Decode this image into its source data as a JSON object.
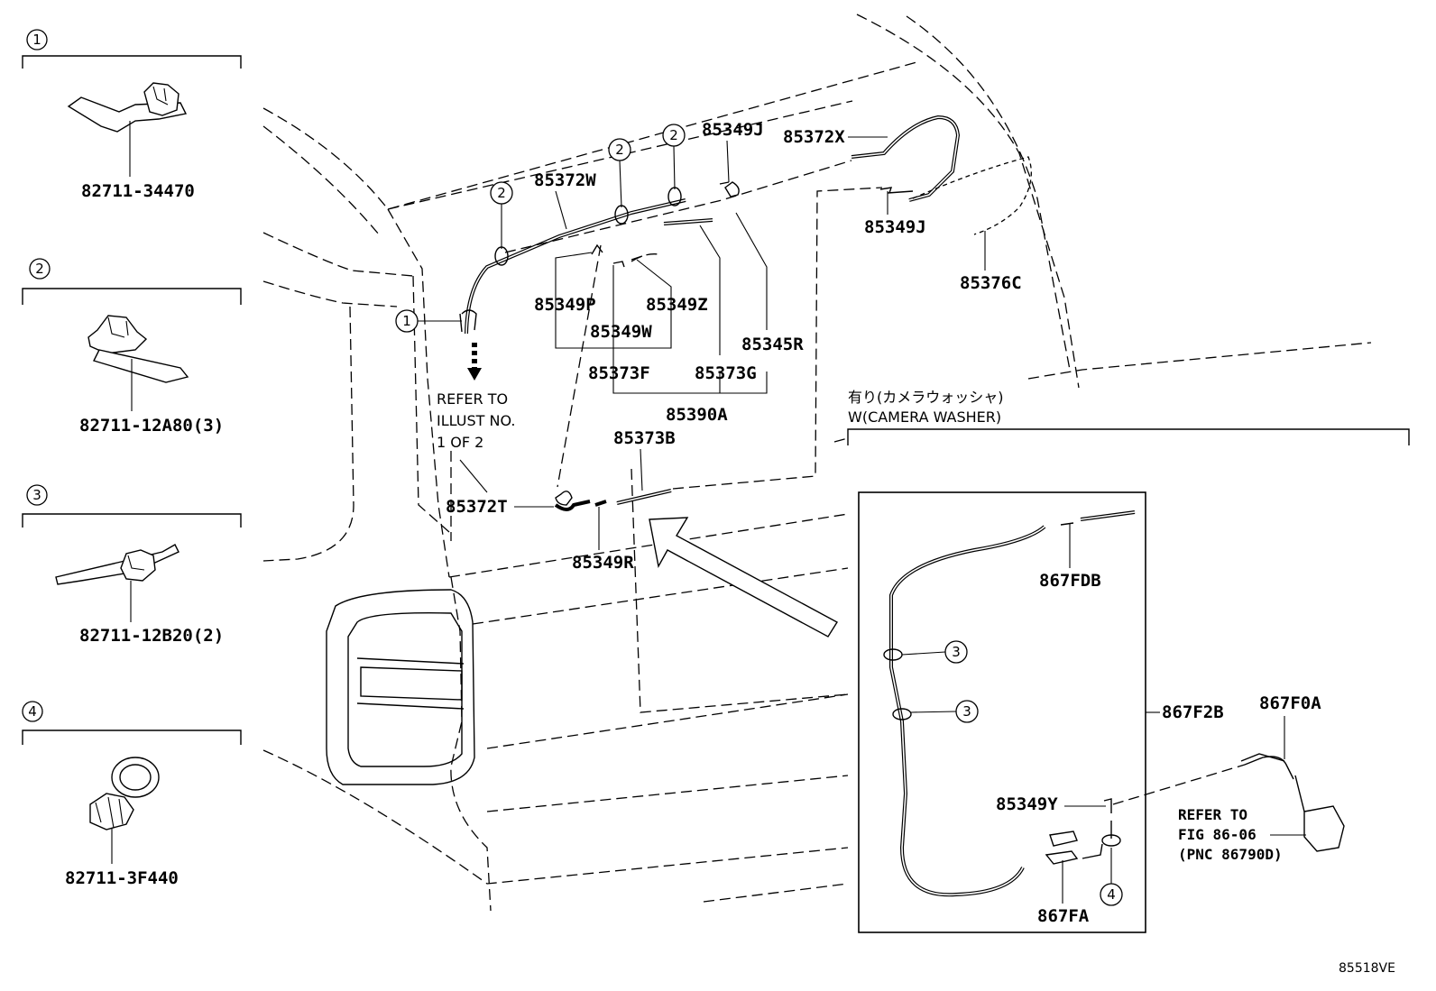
{
  "diagram_id": "85518VE",
  "legend": [
    {
      "num": "1",
      "part": "82711-34470"
    },
    {
      "num": "2",
      "part": "82711-12A80(3)"
    },
    {
      "num": "3",
      "part": "82711-12B20(2)"
    },
    {
      "num": "4",
      "part": "82711-3F440"
    }
  ],
  "main_labels": {
    "p85372W": "85372W",
    "p85349J_top": "85349J",
    "p85372X": "85372X",
    "p85349J_mid": "85349J",
    "p85376C": "85376C",
    "p85349P": "85349P",
    "p85349Z": "85349Z",
    "p85349W": "85349W",
    "p85345R": "85345R",
    "p85373F": "85373F",
    "p85373G": "85373G",
    "p85390A": "85390A",
    "p85373B": "85373B",
    "p85372T": "85372T",
    "p85349R": "85349R"
  },
  "clip_callouts": {
    "c1": "1",
    "c2a": "2",
    "c2b": "2",
    "c2c": "2"
  },
  "refer_note": [
    "REFER TO",
    "ILLUST NO.",
    "1 OF 2"
  ],
  "camera_washer": {
    "title_jp": "有り(カメラウォッシャ)",
    "title_en": "W(CAMERA WASHER)",
    "labels": {
      "p867FDB": "867FDB",
      "p867F2B": "867F2B",
      "p867F0A": "867F0A",
      "p85349Y": "85349Y",
      "p867FA": "867FA"
    },
    "callouts": {
      "c3a": "3",
      "c3b": "3",
      "c4": "4"
    },
    "refer_note": [
      "REFER TO",
      "FIG 86-06",
      "(PNC 86790D)"
    ]
  }
}
